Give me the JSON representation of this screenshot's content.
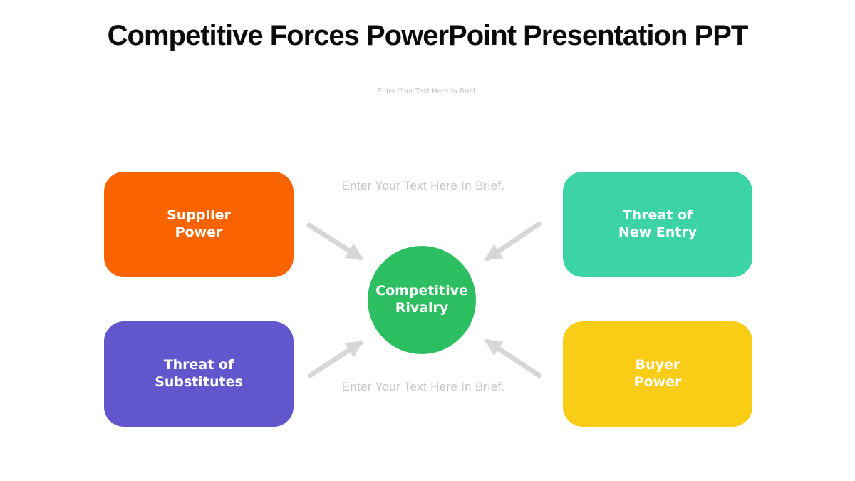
{
  "title": "Competitive Forces PowerPoint Presentation PPT",
  "subtitle": "Enter Your Text Here In Brief.",
  "placeholders": {
    "top": "Enter Your Text Here In Brief.",
    "bottom": "Enter Your Text Here In Brief."
  },
  "center": {
    "label": "Competitive\nRivalry",
    "color": "#2ebe62"
  },
  "boxes": [
    {
      "id": "supplier-power",
      "label": "Supplier\nPower",
      "color": "#fa6400",
      "position": "top-left"
    },
    {
      "id": "threat-of-new-entry",
      "label": "Threat of\nNew Entry",
      "color": "#3cd3a6",
      "position": "top-right"
    },
    {
      "id": "threat-of-substitutes",
      "label": "Threat of\nSubstitutes",
      "color": "#6156cc",
      "position": "bottom-left"
    },
    {
      "id": "buyer-power",
      "label": "Buyer\nPower",
      "color": "#f9cc16",
      "position": "bottom-right"
    }
  ],
  "arrows": {
    "color": "#d7d7d7"
  }
}
